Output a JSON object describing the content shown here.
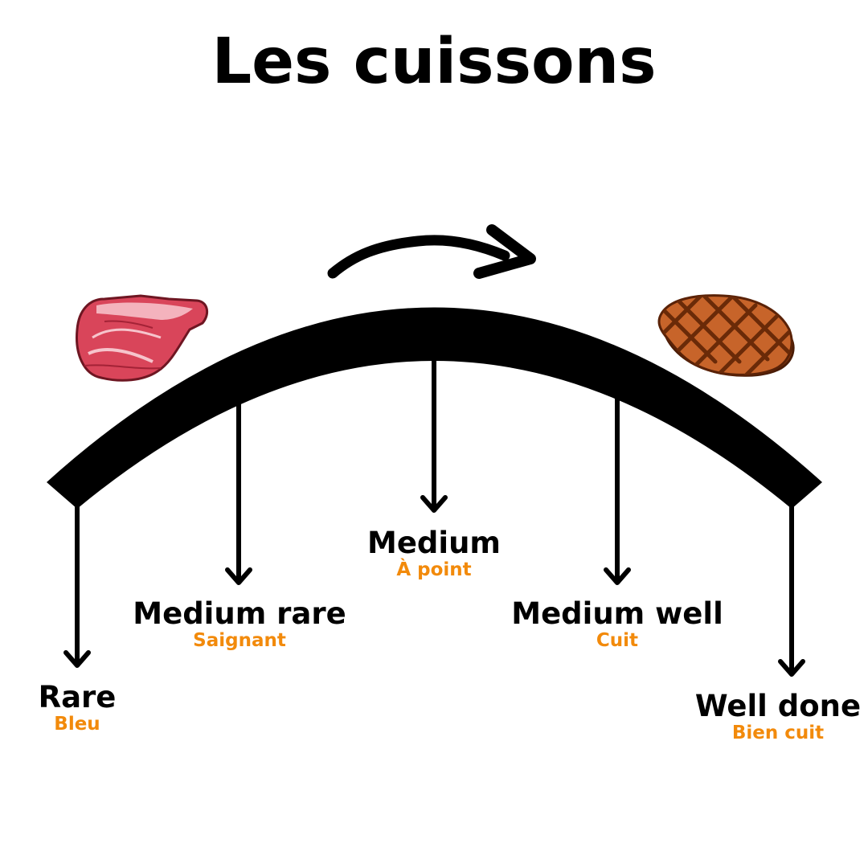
{
  "title": "Les cuissons",
  "colors": {
    "stage_name": "#000000",
    "stage_french": "#f28a0b"
  },
  "icons": {
    "raw": "raw-steak-icon",
    "cooked": "grilled-steak-icon",
    "direction": "curved-arrow-icon"
  },
  "stages": [
    {
      "name": "Rare",
      "french": "Bleu"
    },
    {
      "name": "Medium rare",
      "french": "Saignant"
    },
    {
      "name": "Medium",
      "french": "À point"
    },
    {
      "name": "Medium well",
      "french": "Cuit"
    },
    {
      "name": "Well done",
      "french": "Bien cuit"
    }
  ]
}
